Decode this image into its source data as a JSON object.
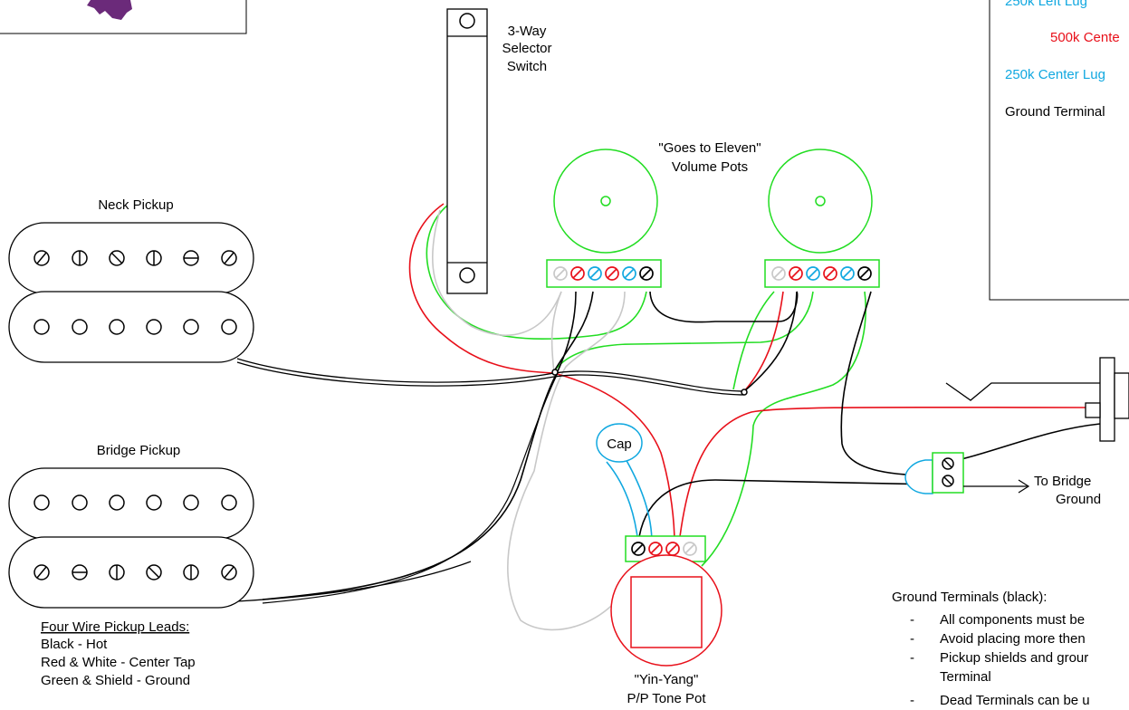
{
  "labels": {
    "switch": [
      "3-Way",
      "Selector",
      "Switch"
    ],
    "volume_pots": [
      "\"Goes to Eleven\"",
      "Volume Pots"
    ],
    "neck_pickup": "Neck Pickup",
    "bridge_pickup": "Bridge Pickup",
    "cap": "Cap",
    "to_bridge_ground": [
      "To Bridge",
      "Ground"
    ],
    "tone_pot": [
      "\"Yin-Yang\"",
      "P/P Tone Pot"
    ]
  },
  "leads": {
    "title": "Four Wire Pickup Leads:",
    "items": [
      "Black - Hot",
      "Red & White - Center Tap",
      "Green & Shield - Ground"
    ]
  },
  "legend": {
    "lug_250k_left": "250k Left Lug",
    "center_500k": "500k Cente",
    "center_250k": "250k Center Lug",
    "ground_terminal": "Ground Terminal"
  },
  "notes": {
    "title": "Ground Terminals (black):",
    "items": [
      "All components must be",
      "Avoid placing more then",
      "Pickup shields and grour",
      "Terminal",
      "Dead Terminals can be u"
    ]
  },
  "colors": {
    "green": "#22dd22",
    "red": "#e8101a",
    "cyan": "#11a8e0",
    "gray": "#c8c8c8",
    "black": "#000000"
  }
}
